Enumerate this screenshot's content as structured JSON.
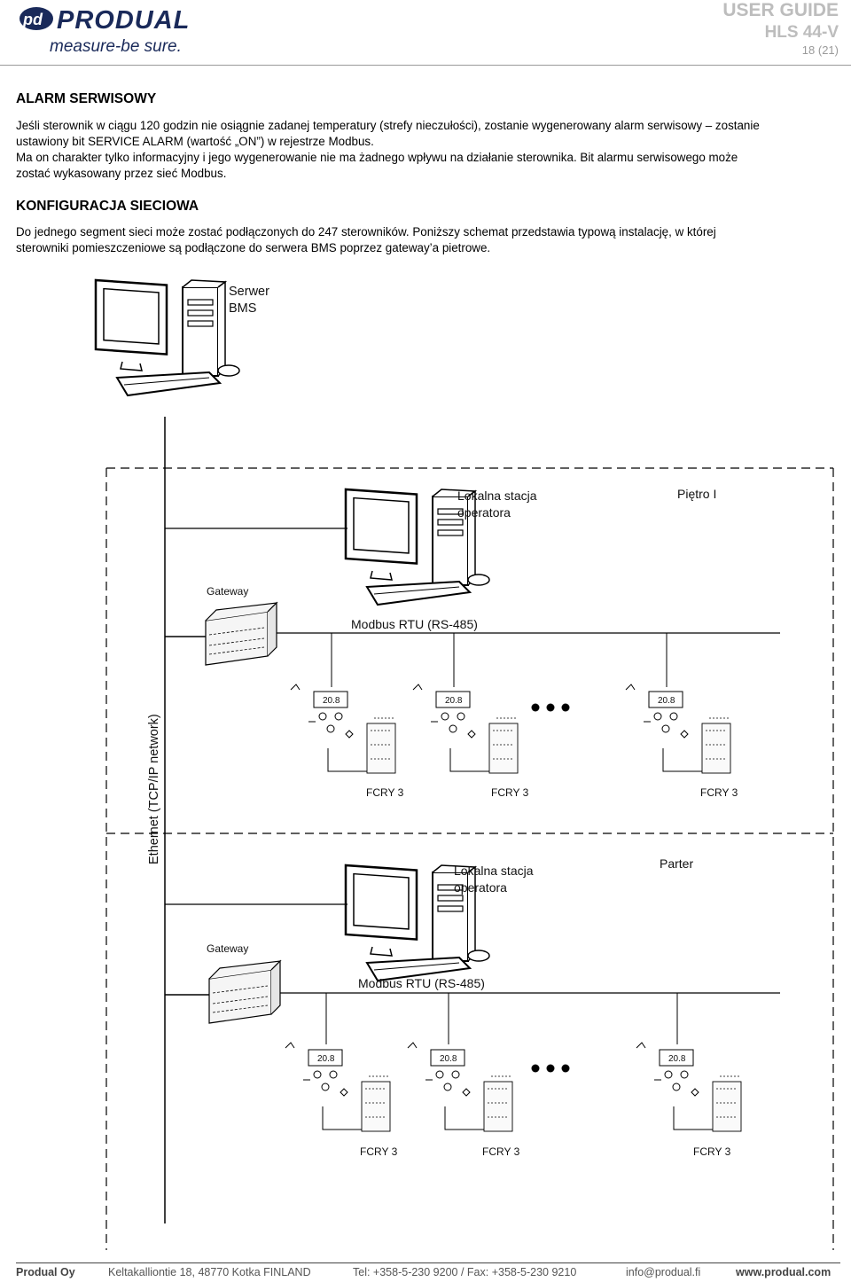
{
  "header": {
    "logo_mark": "pd",
    "logo_name": "PRODUAL",
    "logo_tagline": "measure-be sure.",
    "doc_title": "USER GUIDE",
    "model": "HLS 44-V",
    "page": "18 (21)"
  },
  "alarm": {
    "heading": "ALARM SERWISOWY",
    "lines": [
      "Jeśli sterownik w ciągu 120 godzin nie osiągnie zadanej temperatury (strefy nieczułości), zostanie wygenerowany alarm serwisowy – zostanie",
      "ustawiony bit SERVICE ALARM (wartość „ON”) w rejestrze Modbus.",
      "Ma on charakter tylko informacyjny i jego wygenerowanie nie ma żadnego wpływu na działanie sterownika. Bit alarmu serwisowego może",
      "zostać wykasowany przez sieć Modbus."
    ]
  },
  "network": {
    "heading": "KONFIGURACJA SIECIOWA",
    "lines": [
      "Do jednego segment sieci może zostać podłączonych do 247 sterowników. Poniższy schemat przedstawia typową instalację, w której",
      "sterowniki pomieszczeniowe są podłączone do serwera BMS poprzez gateway’a pietrowe."
    ]
  },
  "diagram": {
    "server_label_1": "Serwer",
    "server_label_2": "BMS",
    "ethernet_label": "Ethernet (TCP/IP network)",
    "floors": [
      {
        "station_label_1": "Lokalna stacja",
        "station_label_2": "operatora",
        "floor_name": "Piętro I",
        "gateway_label": "Gateway",
        "bus_label": "Modbus RTU (RS-485)",
        "display": "20.8",
        "relay_labels": [
          "FCRY 3",
          "FCRY 3",
          "FCRY 3"
        ]
      },
      {
        "station_label_1": "Lokalna stacja",
        "station_label_2": "operatora",
        "floor_name": "Parter",
        "gateway_label": "Gateway",
        "bus_label": "Modbus RTU (RS-485)",
        "display": "20.8",
        "relay_labels": [
          "FCRY 3",
          "FCRY 3",
          "FCRY 3"
        ]
      }
    ]
  },
  "footer": {
    "company": "Produal Oy",
    "address": "Keltakalliontie 18, 48770 Kotka FINLAND",
    "phone": "Tel: +358-5-230 9200 / Fax: +358-5-230 9210",
    "email": "info@produal.fi",
    "web": "www.produal.com"
  }
}
